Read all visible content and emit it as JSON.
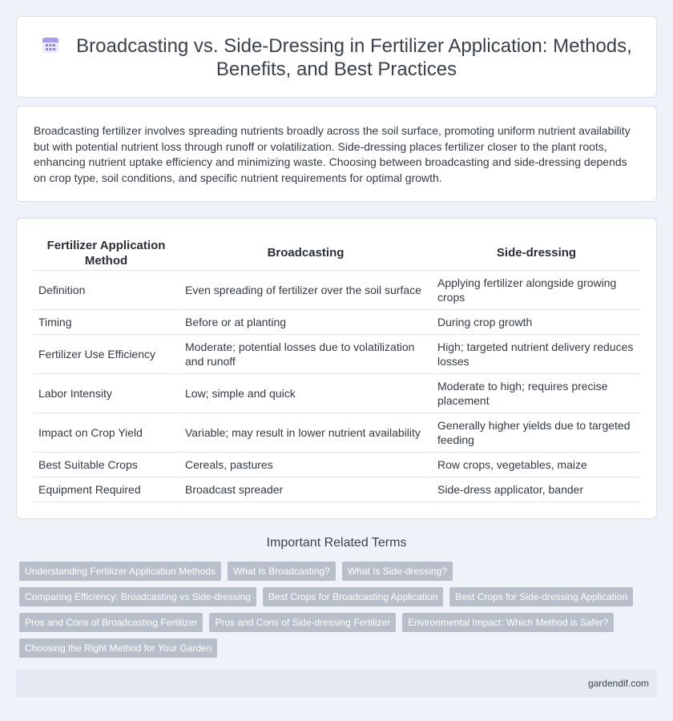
{
  "header": {
    "title": "Broadcasting vs. Side-Dressing in Fertilizer Application: Methods, Benefits, and Best Practices",
    "icon": "calendar-icon"
  },
  "intro": {
    "text": "Broadcasting fertilizer involves spreading nutrients broadly across the soil surface, promoting uniform nutrient availability but with potential nutrient loss through runoff or volatilization. Side-dressing places fertilizer closer to the plant roots, enhancing nutrient uptake efficiency and minimizing waste. Choosing between broadcasting and side-dressing depends on crop type, soil conditions, and specific nutrient requirements for optimal growth."
  },
  "table": {
    "headers": [
      "Fertilizer Application Method",
      "Broadcasting",
      "Side-dressing"
    ],
    "rows": [
      [
        "Definition",
        "Even spreading of fertilizer over the soil surface",
        "Applying fertilizer alongside growing crops"
      ],
      [
        "Timing",
        "Before or at planting",
        "During crop growth"
      ],
      [
        "Fertilizer Use Efficiency",
        "Moderate; potential losses due to volatilization and runoff",
        "High; targeted nutrient delivery reduces losses"
      ],
      [
        "Labor Intensity",
        "Low; simple and quick",
        "Moderate to high; requires precise placement"
      ],
      [
        "Impact on Crop Yield",
        "Variable; may result in lower nutrient availability",
        "Generally higher yields due to targeted feeding"
      ],
      [
        "Best Suitable Crops",
        "Cereals, pastures",
        "Row crops, vegetables, maize"
      ],
      [
        "Equipment Required",
        "Broadcast spreader",
        "Side-dress applicator, bander"
      ]
    ]
  },
  "related": {
    "title": "Important Related Terms",
    "tags": [
      "Understanding Fertilizer Application Methods",
      "What Is Broadcasting?",
      "What Is Side-dressing?",
      "Comparing Efficiency: Broadcasting vs Side-dressing",
      "Best Crops for Broadcasting Application",
      "Best Crops for Side-dressing Application",
      "Pros and Cons of Broadcasting Fertilizer",
      "Pros and Cons of Side-dressing Fertilizer",
      "Environmental Impact: Which Method is Safer?",
      "Choosing the Right Method for Your Garden"
    ]
  },
  "footer": {
    "site": "gardendif.com"
  },
  "colors": {
    "background": "#eff2f8",
    "tag": "#b8bfcb",
    "footer": "#e4e9f4",
    "icon_accent": "#8f7fe0"
  }
}
